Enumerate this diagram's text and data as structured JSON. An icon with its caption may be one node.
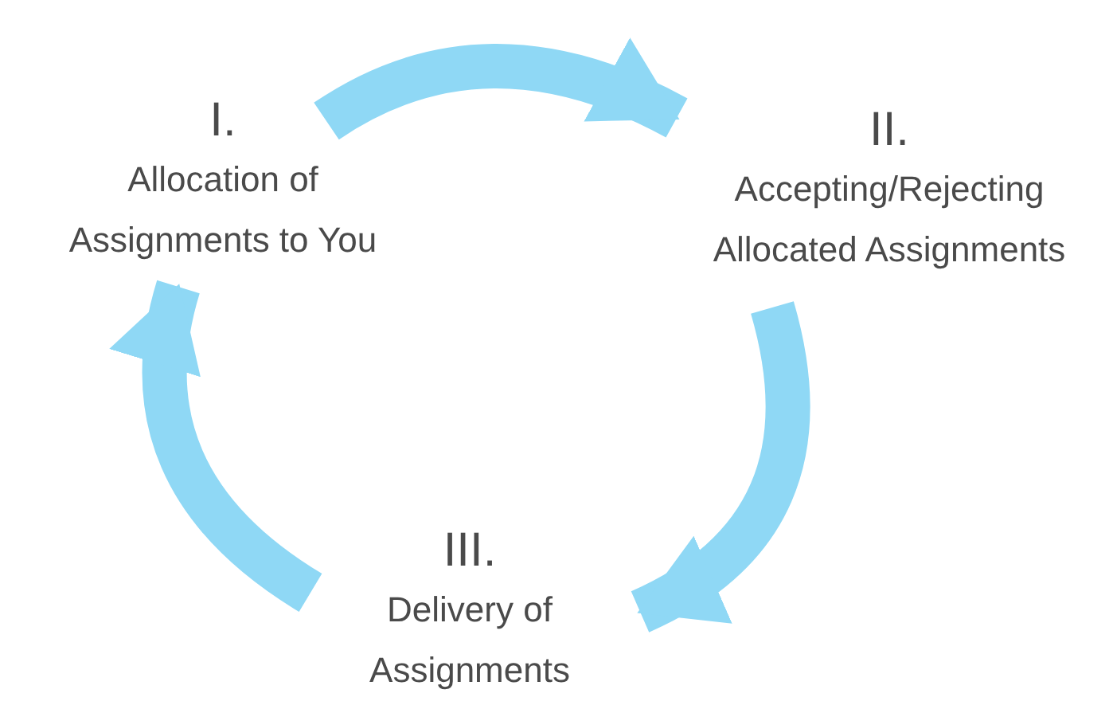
{
  "diagram": {
    "nodes": [
      {
        "text": [
          "I.",
          "Allocation of Assignments to You"
        ]
      },
      {
        "text": [
          "II.",
          "Accepting/Rejecting Allocated Assignments"
        ]
      },
      {
        "text": [
          "III.",
          "Delivery of Assignments"
        ]
      }
    ],
    "edges": [
      {
        "from": 0,
        "to": 1,
        "arrow": "to"
      },
      {
        "from": 1,
        "to": 2,
        "arrow": "to"
      },
      {
        "from": 2,
        "to": 0,
        "arrow": "to"
      }
    ]
  }
}
